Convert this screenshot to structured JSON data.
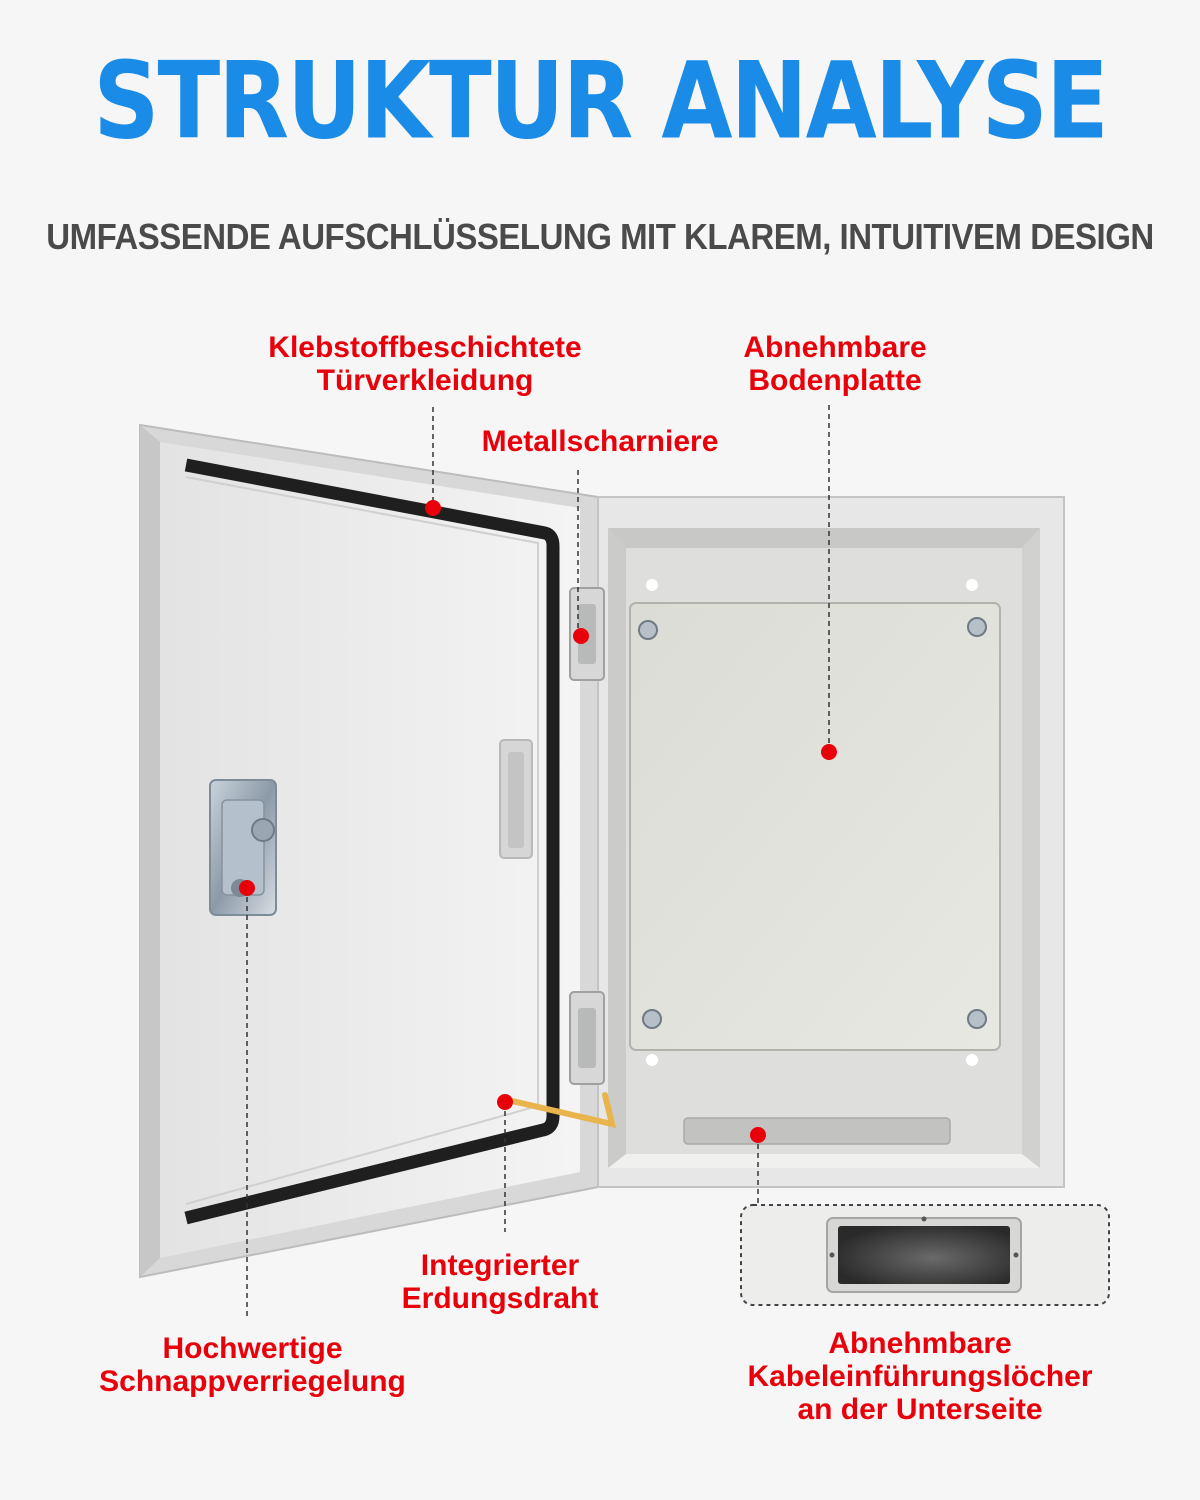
{
  "header": {
    "title": "STRUKTUR ANALYSE",
    "subtitle": "UMFASSENDE AUFSCHLÜSSELUNG MIT KLAREM, INTUITIVEM DESIGN"
  },
  "callouts": {
    "door_lining": {
      "line1": "Klebstoffbeschichtete",
      "line2": "Türverkleidung"
    },
    "base_plate": {
      "line1": "Abnehmbare",
      "line2": "Bodenplatte"
    },
    "hinges": {
      "line1": "Metallscharniere"
    },
    "ground_wire": {
      "line1": "Integrierter",
      "line2": "Erdungsdraht"
    },
    "latch": {
      "line1": "Hochwertige",
      "line2": "Schnappverriegelung"
    },
    "cable_entry": {
      "line1": "Abnehmbare",
      "line2": "Kabeleinführungslöcher",
      "line3": "an der Unterseite"
    }
  },
  "colors": {
    "title": "#1a8ce8",
    "subtitle": "#4a4a4a",
    "callout_text": "#e8000b",
    "marker_dot": "#e8000b",
    "enclosure": "#e9eae9",
    "gasket": "#1f1f1f",
    "ground_wire": "#e9b44c"
  }
}
